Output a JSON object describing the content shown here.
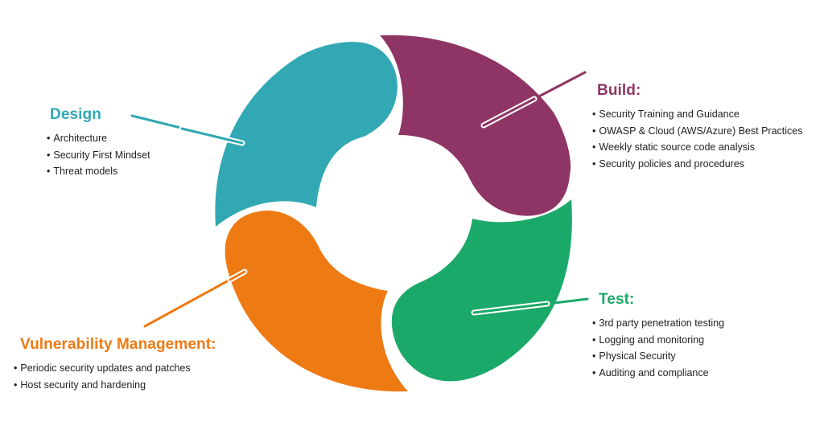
{
  "colors": {
    "design": "#31a8b3",
    "build": "#8e3565",
    "test": "#1ba969",
    "vulnerability": "#ee7a13",
    "text": "#222222",
    "background": "#ffffff"
  },
  "sections": {
    "design": {
      "title": "Design",
      "items": [
        "Architecture",
        "Security First Mindset",
        "Threat models"
      ]
    },
    "build": {
      "title": "Build:",
      "items": [
        "Security Training and Guidance",
        "OWASP & Cloud (AWS/Azure) Best Practices",
        "Weekly static source code analysis",
        "Security policies and procedures"
      ]
    },
    "test": {
      "title": "Test:",
      "items": [
        "3rd party penetration testing",
        "Logging and monitoring",
        "Physical Security",
        "Auditing and compliance"
      ]
    },
    "vulnerability": {
      "title": "Vulnerability Management:",
      "items": [
        "Periodic security updates and patches",
        "Host security and hardening"
      ]
    }
  }
}
